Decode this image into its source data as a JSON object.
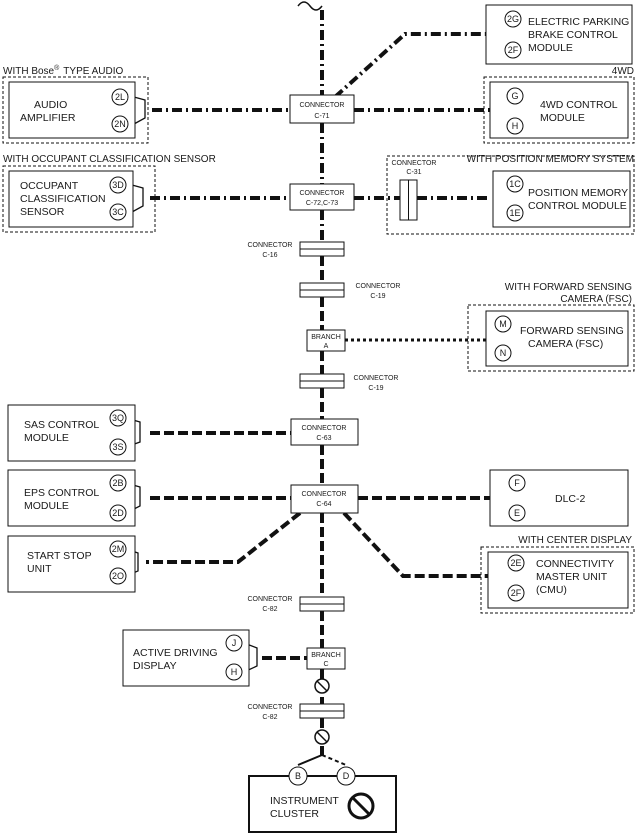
{
  "captions": {
    "bose": "WITH Bose",
    "bose_reg": "®",
    "bose_tail": "TYPE AUDIO",
    "fourwd": "4WD",
    "occupant": "WITH OCCUPANT CLASSIFICATION SENSOR",
    "posmem": "WITH POSITION MEMORY SYSTEM",
    "fsc_1": "WITH FORWARD SENSING",
    "fsc_2": "CAMERA (FSC)",
    "center_display": "WITH CENTER DISPLAY"
  },
  "modules": {
    "epb": {
      "line1": "ELECTRIC PARKING",
      "line2": "BRAKE CONTROL",
      "line3": "MODULE",
      "pin_top": "2G",
      "pin_bot": "2F"
    },
    "audio": {
      "line1": "AUDIO",
      "line2": "AMPLIFIER",
      "pin_top": "2L",
      "pin_bot": "2N"
    },
    "fourwd": {
      "line1": "4WD CONTROL",
      "line2": "MODULE",
      "pin_top": "G",
      "pin_bot": "H"
    },
    "occupant": {
      "line1": "OCCUPANT",
      "line2": "CLASSIFICATION",
      "line3": "SENSOR",
      "pin_top": "3D",
      "pin_bot": "3C"
    },
    "posmem": {
      "line1": "POSITION MEMORY",
      "line2": "CONTROL MODULE",
      "pin_top": "1C",
      "pin_bot": "1E"
    },
    "fsc": {
      "line1": "FORWARD SENSING",
      "line2": "CAMERA (FSC)",
      "pin_top": "M",
      "pin_bot": "N"
    },
    "sas": {
      "line1": "SAS CONTROL",
      "line2": "MODULE",
      "pin_top": "3Q",
      "pin_bot": "3S"
    },
    "eps": {
      "line1": "EPS CONTROL",
      "line2": "MODULE",
      "pin_top": "2B",
      "pin_bot": "2D"
    },
    "dlc": {
      "line1": "DLC-2",
      "pin_top": "F",
      "pin_bot": "E"
    },
    "startstop": {
      "line1": "START STOP",
      "line2": "UNIT",
      "pin_top": "2M",
      "pin_bot": "2O"
    },
    "cmu": {
      "line1": "CONNECTIVITY",
      "line2": "MASTER UNIT",
      "line3": "(CMU)",
      "pin_top": "2E",
      "pin_bot": "2F"
    },
    "add": {
      "line1": "ACTIVE DRIVING",
      "line2": "DISPLAY",
      "pin_top": "J",
      "pin_bot": "H"
    },
    "cluster": {
      "line1": "INSTRUMENT",
      "line2": "CLUSTER",
      "pin_left": "B",
      "pin_right": "D"
    }
  },
  "connectors": {
    "c71": {
      "line1": "CONNECTOR",
      "line2": "C-71"
    },
    "c72": {
      "line1": "CONNECTOR",
      "line2": "C-72,C-73"
    },
    "c31": {
      "line1": "CONNECTOR",
      "line2": "C-31"
    },
    "c16": {
      "line1": "CONNECTOR",
      "line2": "C-16"
    },
    "c19a": {
      "line1": "CONNECTOR",
      "line2": "C-19"
    },
    "branchA": {
      "line1": "BRANCH",
      "line2": "A"
    },
    "c19b": {
      "line1": "CONNECTOR",
      "line2": "C-19"
    },
    "c63": {
      "line1": "CONNECTOR",
      "line2": "C-63"
    },
    "c64": {
      "line1": "CONNECTOR",
      "line2": "C-64"
    },
    "c82a": {
      "line1": "CONNECTOR",
      "line2": "C-82"
    },
    "branchC": {
      "line1": "BRANCH",
      "line2": "C"
    },
    "c82b": {
      "line1": "CONNECTOR",
      "line2": "C-82"
    }
  }
}
